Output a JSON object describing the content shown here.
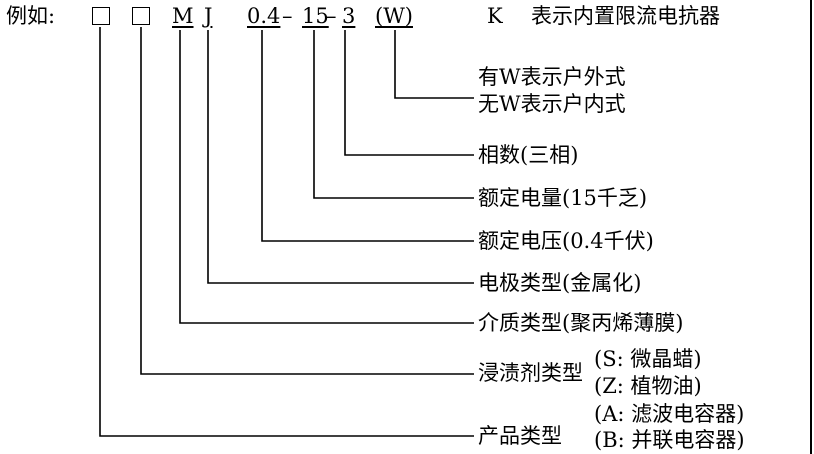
{
  "example_prefix": "例如:",
  "model_parts": {
    "medium": "M",
    "electrode": "J",
    "voltage": "0.4",
    "dash1": "–",
    "capacity": "15",
    "dash2": "–",
    "phase": "3",
    "outdoor": "(W)"
  },
  "k_note": {
    "code": "K",
    "text": "表示内置限流电抗器"
  },
  "legend": {
    "outdoor_line1": "有W表示户外式",
    "outdoor_line2": "无W表示户内式",
    "phase": "相数(三相)",
    "capacity": "额定电量(15千乏)",
    "voltage": "额定电压(0.4千伏)",
    "electrode": "电极类型(金属化)",
    "medium": "介质类型(聚丙烯薄膜)",
    "impregnant": "浸渍剂类型",
    "impregnant_s": "(S: 微晶蜡)",
    "impregnant_z": "(Z: 植物油)",
    "product": "产品类型",
    "product_a": "(A: 滤波电容器)",
    "product_b": "(B: 并联电容器)"
  }
}
